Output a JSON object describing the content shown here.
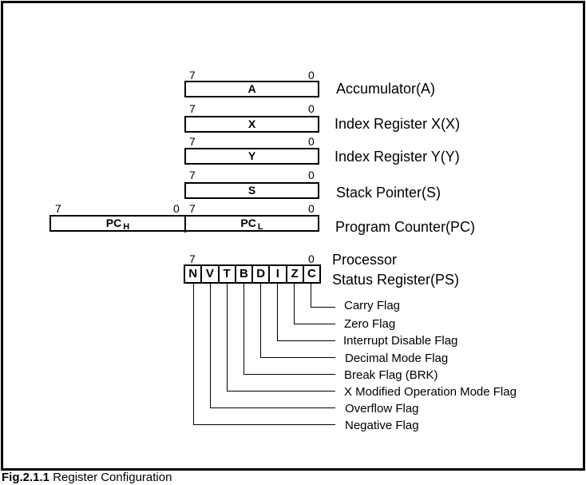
{
  "figure": {
    "caption_number": "Fig.2.1.1",
    "caption_text": "Register Configuration"
  },
  "bit_labels": {
    "high": "7",
    "low": "0"
  },
  "registers": [
    {
      "id": "a",
      "name": "A",
      "label": "Accumulator(A)"
    },
    {
      "id": "x",
      "name": "X",
      "label": "Index Register X(X)"
    },
    {
      "id": "y",
      "name": "Y",
      "label": "Index Register Y(Y)"
    },
    {
      "id": "s",
      "name": "S",
      "label": "Stack Pointer(S)"
    }
  ],
  "program_counter": {
    "high_name": "PC",
    "high_sub": "H",
    "low_name": "PC",
    "low_sub": "L",
    "label": "Program Counter(PC)"
  },
  "processor_status": {
    "label_line1": "Processor",
    "label_line2": "Status Register(PS)",
    "bits": [
      "N",
      "V",
      "T",
      "B",
      "D",
      "I",
      "Z",
      "C"
    ],
    "flags": [
      {
        "bit": "C",
        "label": "Carry Flag"
      },
      {
        "bit": "Z",
        "label": "Zero Flag"
      },
      {
        "bit": "I",
        "label": "Interrupt Disable Flag"
      },
      {
        "bit": "D",
        "label": "Decimal Mode Flag"
      },
      {
        "bit": "B",
        "label": "Break Flag (BRK)"
      },
      {
        "bit": "T",
        "label": "X Modified Operation Mode Flag"
      },
      {
        "bit": "V",
        "label": "Overflow Flag"
      },
      {
        "bit": "N",
        "label": "Negative Flag"
      }
    ]
  }
}
